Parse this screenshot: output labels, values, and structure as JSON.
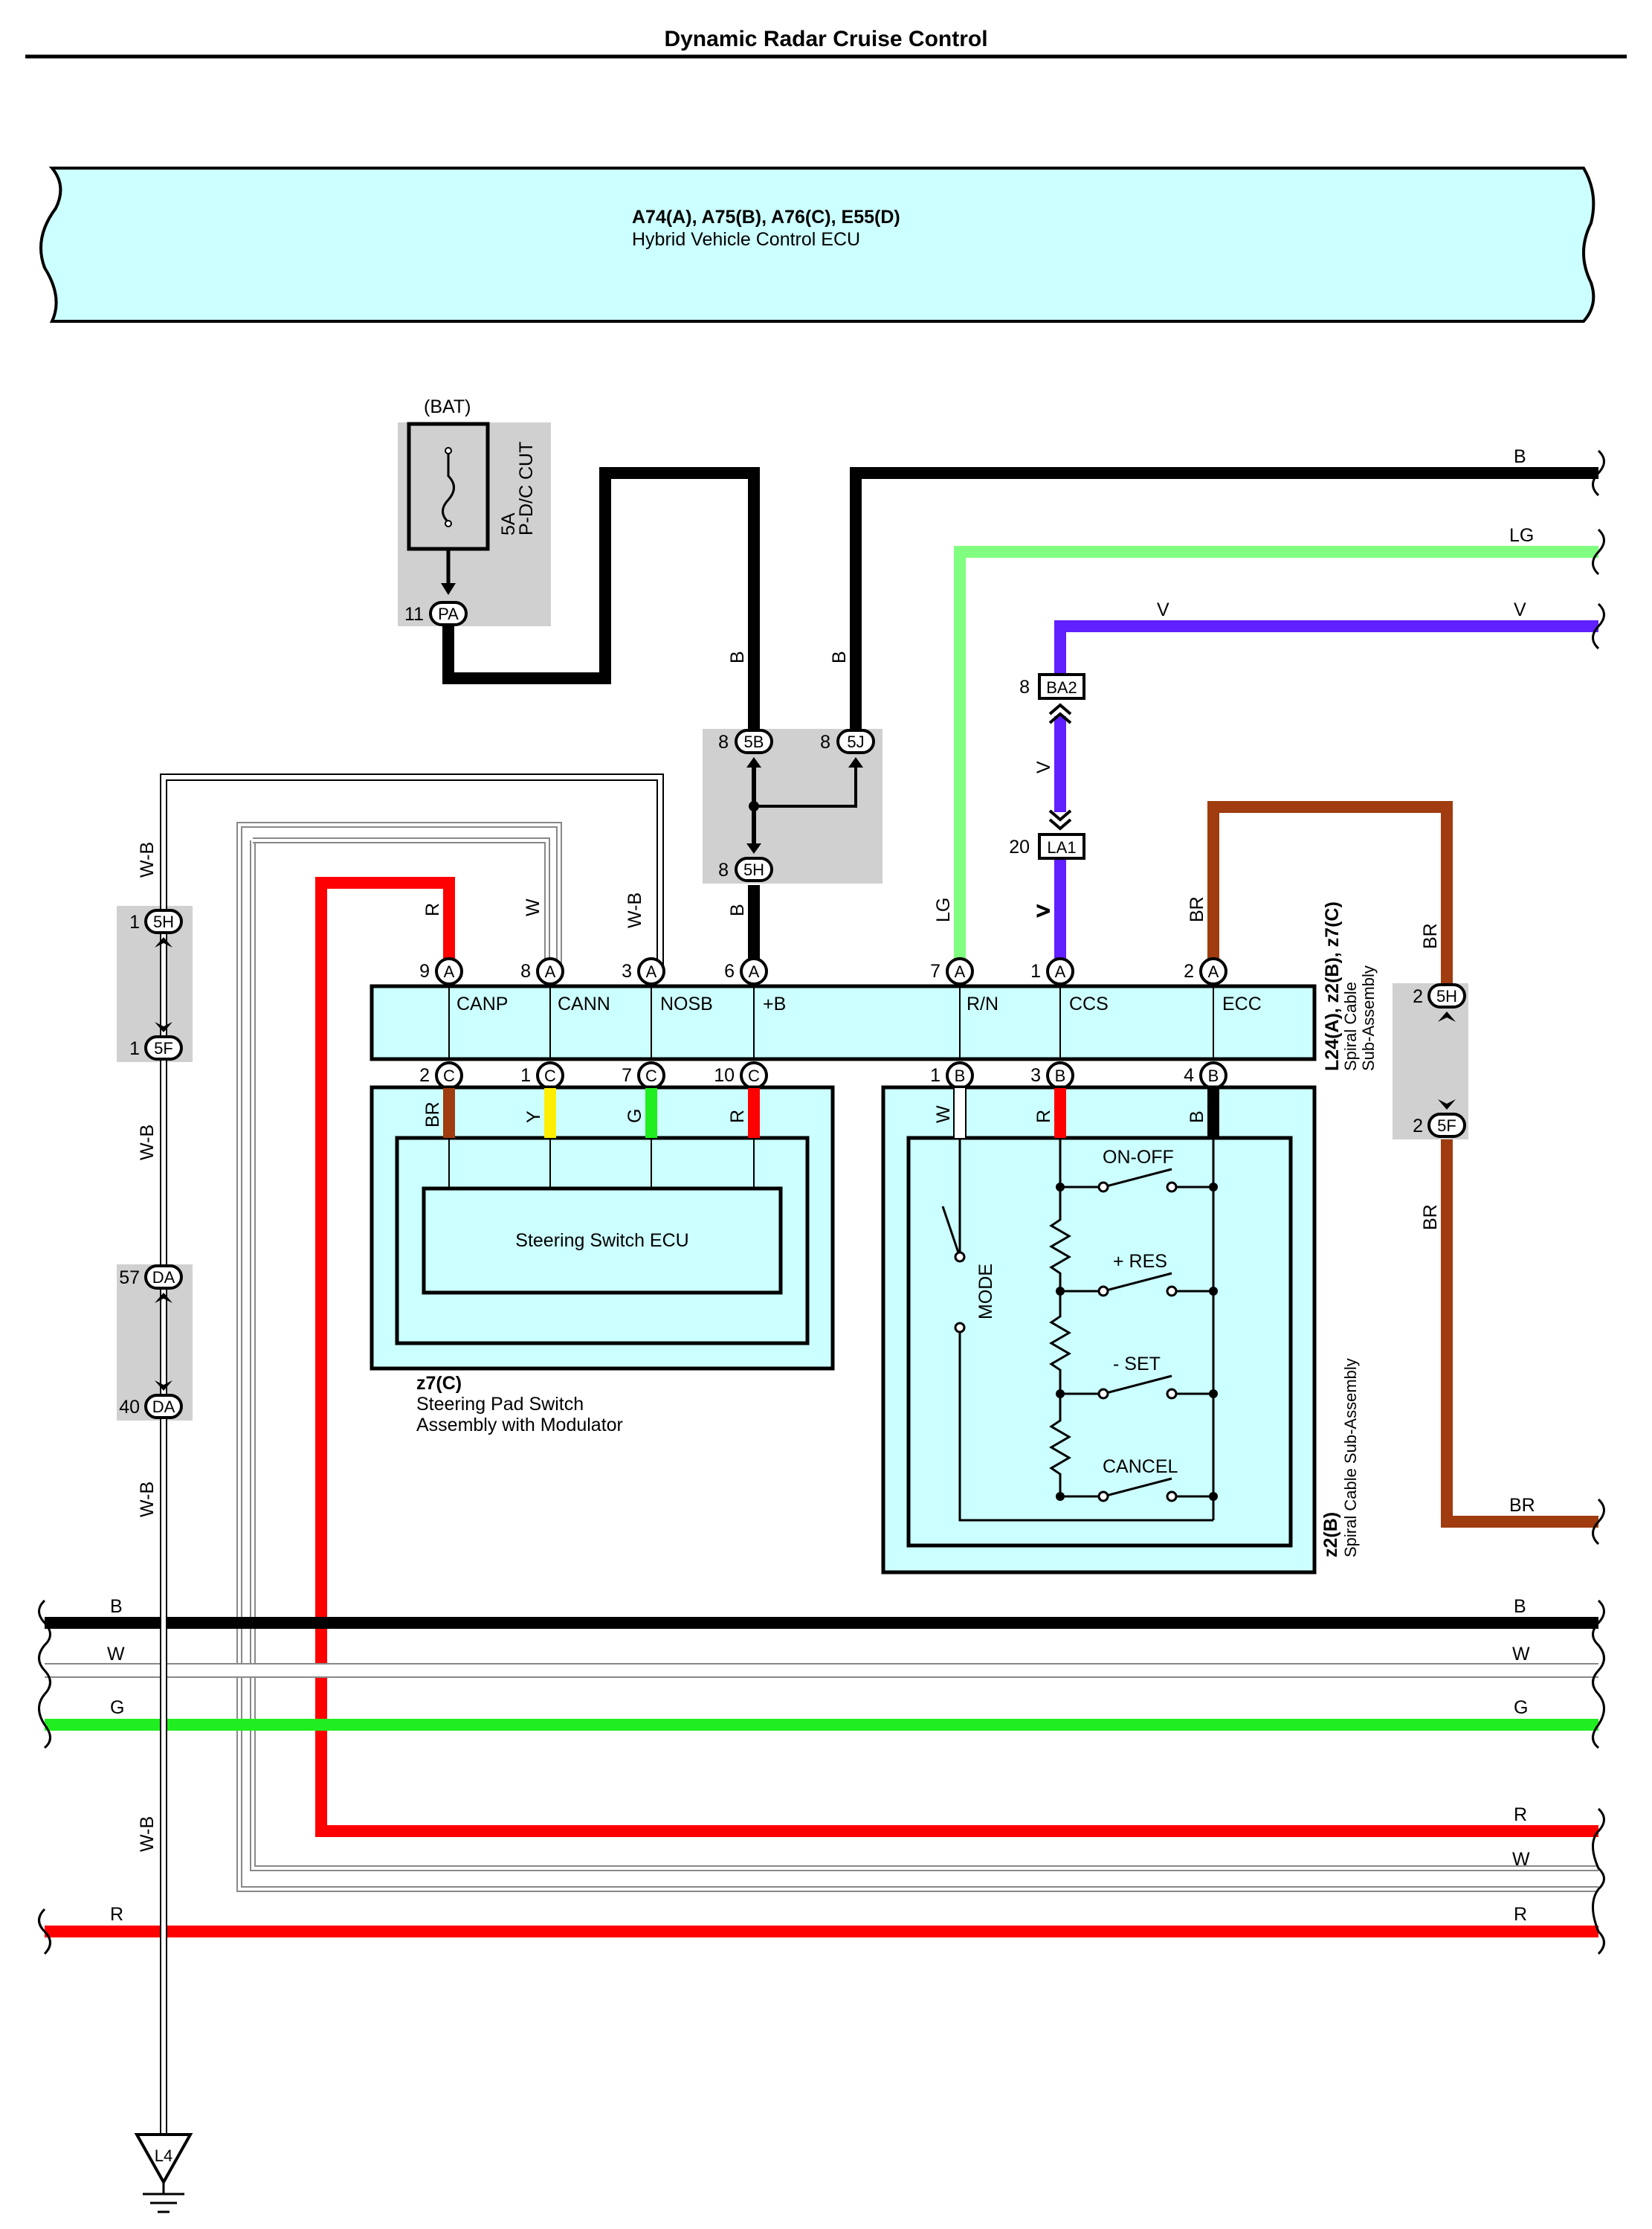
{
  "title": "Dynamic Radar Cruise Control",
  "hv_ecu": {
    "code": "A74(A), A75(B), A76(C), E55(D)",
    "name": "Hybrid Vehicle Control ECU"
  },
  "fuse": {
    "supply": "(BAT)",
    "rating": "5A",
    "name": "P-D/C CUT",
    "pin": "11",
    "conn": "PA"
  },
  "junctions": {
    "j5b": {
      "pin": "8",
      "conn": "5B"
    },
    "j5j": {
      "pin": "8",
      "conn": "5J"
    },
    "j5h_mid": {
      "pin": "8",
      "conn": "5H"
    },
    "ba2": {
      "pin": "8",
      "conn": "BA2"
    },
    "la1": {
      "pin": "20",
      "conn": "LA1"
    },
    "left_5h": {
      "pin": "1",
      "conn": "5H"
    },
    "left_5f": {
      "pin": "1",
      "conn": "5F"
    },
    "da57": {
      "pin": "57",
      "conn": "DA"
    },
    "da40": {
      "pin": "40",
      "conn": "DA"
    },
    "right_5h": {
      "pin": "2",
      "conn": "5H"
    },
    "right_5f": {
      "pin": "2",
      "conn": "5F"
    }
  },
  "spiral_top": {
    "pins": [
      {
        "num": "9",
        "conn": "A",
        "label": "CANP",
        "wire": "R"
      },
      {
        "num": "8",
        "conn": "A",
        "label": "CANN",
        "wire": "W"
      },
      {
        "num": "3",
        "conn": "A",
        "label": "NOSB",
        "wire": "W-B"
      },
      {
        "num": "6",
        "conn": "A",
        "label": "+B",
        "wire": "B"
      },
      {
        "num": "7",
        "conn": "A",
        "label": "R/N",
        "wire": "LG"
      },
      {
        "num": "1",
        "conn": "A",
        "label": "CCS",
        "wire": "V"
      },
      {
        "num": "2",
        "conn": "A",
        "label": "ECC",
        "wire": "BR"
      }
    ],
    "side_label_1": "L24(A), z2(B), z7(C)",
    "side_label_2": "Spiral Cable",
    "side_label_3": "Sub-Assembly"
  },
  "spiral_bottom": {
    "pins_c": [
      {
        "num": "2",
        "conn": "C",
        "wire": "BR"
      },
      {
        "num": "1",
        "conn": "C",
        "wire": "Y"
      },
      {
        "num": "7",
        "conn": "C",
        "wire": "G"
      },
      {
        "num": "10",
        "conn": "C",
        "wire": "R"
      }
    ],
    "pins_b": [
      {
        "num": "1",
        "conn": "B",
        "wire": "W"
      },
      {
        "num": "3",
        "conn": "B",
        "wire": "R"
      },
      {
        "num": "4",
        "conn": "B",
        "wire": "B"
      }
    ]
  },
  "steering_pad": {
    "ecu": "Steering Switch ECU",
    "code": "z7(C)",
    "name1": "Steering Pad Switch",
    "name2": "Assembly with Modulator"
  },
  "switch_block": {
    "code": "z2(B)",
    "name": "Spiral Cable Sub-Assembly",
    "mode": "MODE",
    "on_off": "ON-OFF",
    "res": "+ RES",
    "set": "- SET",
    "cancel": "CANCEL"
  },
  "wire_labels": {
    "top_b": "B",
    "top_lg": "LG",
    "top_v_mid": "V",
    "top_v": "V",
    "fuse_b": "B",
    "j_b": "B",
    "ba_v": "V",
    "la_v": "V",
    "left_wb1": "W-B",
    "left_wb2": "W-B",
    "left_wb3": "W-B",
    "left_wb4": "W-B",
    "br_right1": "BR",
    "br_right2": "BR",
    "br_end": "BR",
    "bus_b_l": "B",
    "bus_b_r": "B",
    "bus_w_l": "W",
    "bus_w_r": "W",
    "bus_g_l": "G",
    "bus_g_r": "G",
    "red1_r": "R",
    "w2_r": "W",
    "red2_l": "R",
    "red2_r": "R"
  },
  "ground": {
    "conn": "L4"
  },
  "colors": {
    "black": "#000000",
    "light_green": "#80ff80",
    "violet": "#6020ff",
    "brown": "#a03c10",
    "red": "#ff0000",
    "green": "#20ee20",
    "yellow": "#ffee00",
    "box_fill": "#ccffff",
    "gray_box": "#d0d0d0"
  }
}
